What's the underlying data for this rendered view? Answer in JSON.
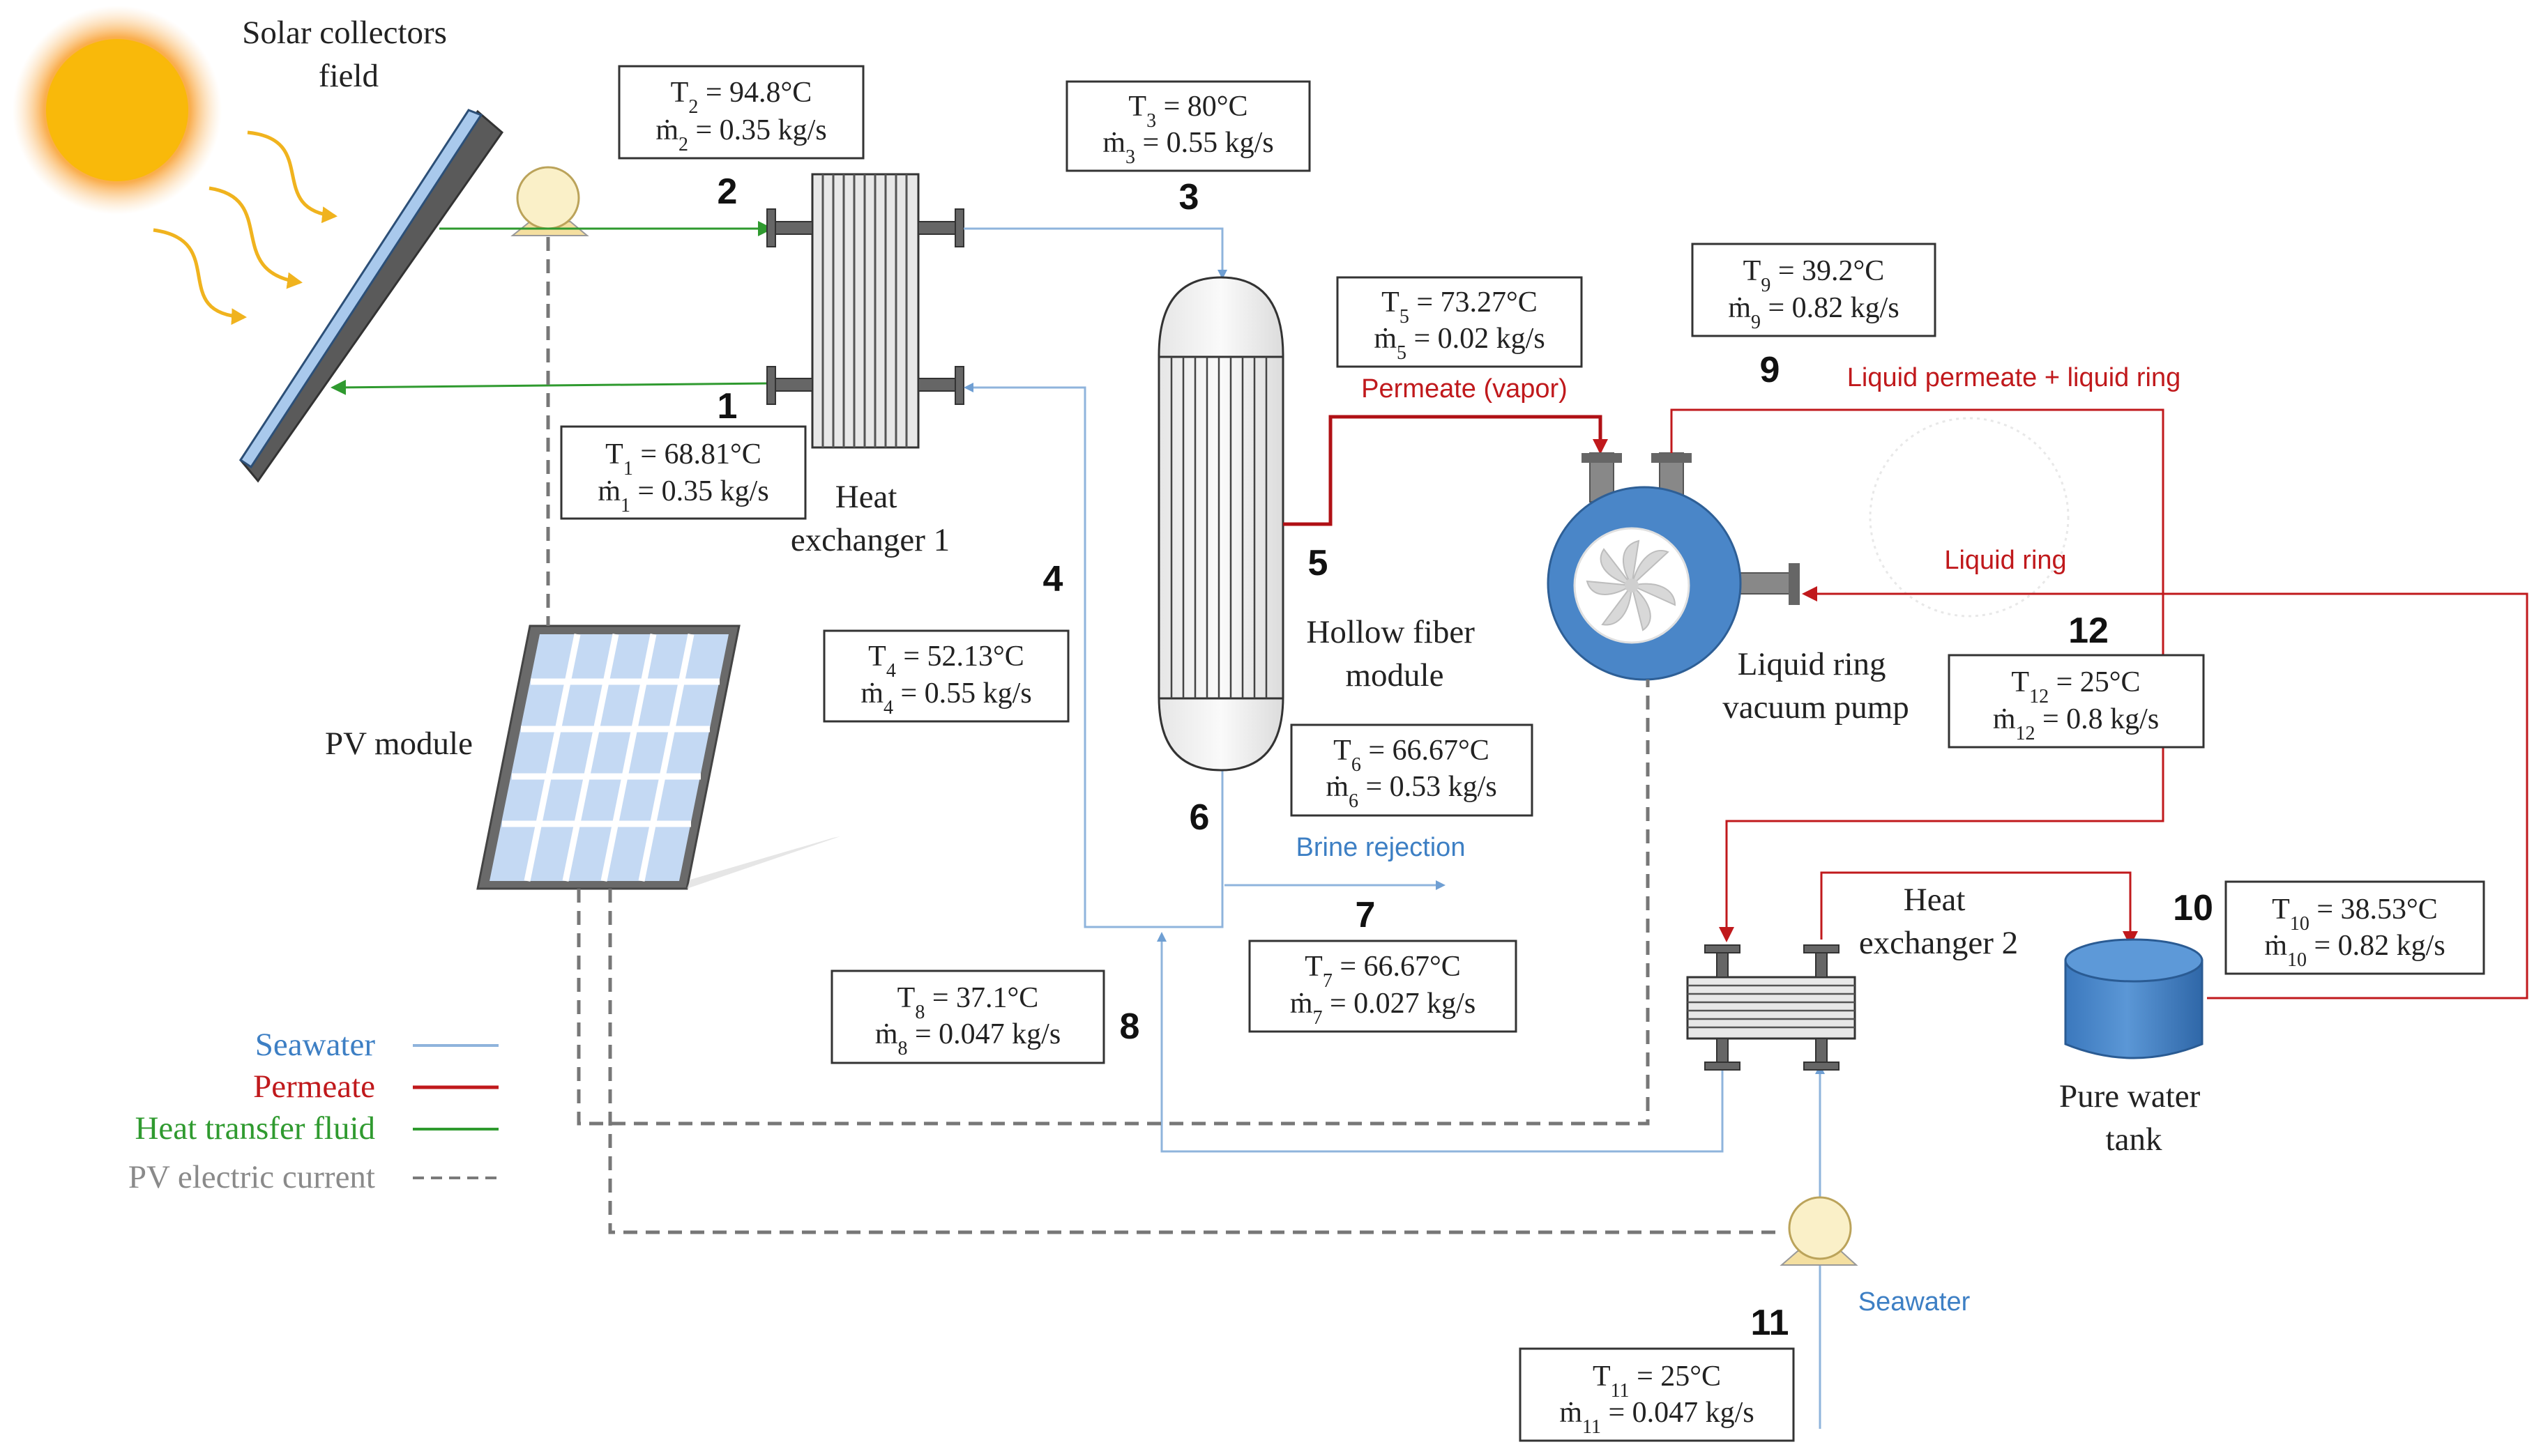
{
  "labels": {
    "solar_field": [
      "Solar collectors",
      "field"
    ],
    "heat_exchanger_1": [
      "Heat",
      "exchanger 1"
    ],
    "heat_exchanger_2": [
      "Heat",
      "exchanger 2"
    ],
    "hollow_fiber": [
      "Hollow fiber",
      "module"
    ],
    "vacuum_pump": [
      "Liquid ring",
      "vacuum pump"
    ],
    "pv_module": "PV module",
    "pure_water_tank": [
      "Pure water",
      "tank"
    ]
  },
  "flow_labels": {
    "permeate_vapor": "Permeate (vapor)",
    "liquid_permeate_ring": "Liquid permeate + liquid ring",
    "liquid_ring": "Liquid ring",
    "brine_rejection": "Brine rejection",
    "seawater_inlet": "Seawater"
  },
  "state_numbers": {
    "s1": "1",
    "s2": "2",
    "s3": "3",
    "s4": "4",
    "s5": "5",
    "s6": "6",
    "s7": "7",
    "s8": "8",
    "s9": "9",
    "s10": "10",
    "s11": "11",
    "s12": "12"
  },
  "states": {
    "s1": {
      "T_sym": "T",
      "T_sub": "1",
      "T_val": " = 68.81°C",
      "m_sym": "ṁ",
      "m_sub": "1",
      "m_val": " = 0.35 kg/s"
    },
    "s2": {
      "T_sym": "T",
      "T_sub": "2",
      "T_val": " = 94.8°C",
      "m_sym": "ṁ",
      "m_sub": "2",
      "m_val": " = 0.35 kg/s"
    },
    "s3": {
      "T_sym": "T",
      "T_sub": "3",
      "T_val": " = 80°C",
      "m_sym": "ṁ",
      "m_sub": "3",
      "m_val": " = 0.55 kg/s"
    },
    "s4": {
      "T_sym": "T",
      "T_sub": "4",
      "T_val": " = 52.13°C",
      "m_sym": "ṁ",
      "m_sub": "4",
      "m_val": " = 0.55 kg/s"
    },
    "s5": {
      "T_sym": "T",
      "T_sub": "5",
      "T_val": " = 73.27°C",
      "m_sym": "ṁ",
      "m_sub": "5",
      "m_val": " = 0.02 kg/s"
    },
    "s6": {
      "T_sym": "T",
      "T_sub": "6",
      "T_val": " = 66.67°C",
      "m_sym": "ṁ",
      "m_sub": "6",
      "m_val": " = 0.53 kg/s"
    },
    "s7": {
      "T_sym": "T",
      "T_sub": "7",
      "T_val": " = 66.67°C",
      "m_sym": "ṁ",
      "m_sub": "7",
      "m_val": " = 0.027 kg/s"
    },
    "s8": {
      "T_sym": "T",
      "T_sub": "8",
      "T_val": " = 37.1°C",
      "m_sym": "ṁ",
      "m_sub": "8",
      "m_val": " = 0.047 kg/s"
    },
    "s9": {
      "T_sym": "T",
      "T_sub": "9",
      "T_val": " = 39.2°C",
      "m_sym": "ṁ",
      "m_sub": "9",
      "m_val": " = 0.82 kg/s"
    },
    "s10": {
      "T_sym": "T",
      "T_sub": "10",
      "T_val": " = 38.53°C",
      "m_sym": "ṁ",
      "m_sub": "10",
      "m_val": " = 0.82 kg/s"
    },
    "s11": {
      "T_sym": "T",
      "T_sub": "11",
      "T_val": " = 25°C",
      "m_sym": "ṁ",
      "m_sub": "11",
      "m_val": " = 0.047 kg/s"
    },
    "s12": {
      "T_sym": "T",
      "T_sub": "12",
      "T_val": " = 25°C",
      "m_sym": "ṁ",
      "m_sub": "12",
      "m_val": " = 0.8 kg/s"
    }
  },
  "legend": {
    "seawater": "Seawater",
    "permeate": "Permeate",
    "htf": "Heat transfer  fluid",
    "pv": "PV electric current"
  },
  "colors": {
    "seawater": "#3d7fc4",
    "seawater_line": "#8fb4dc",
    "permeate": "#c0191c",
    "htf": "#2f9a2f",
    "pv": "#7a7a7a",
    "sun": "#f9b90a",
    "tank": "#4a86c8",
    "pump_body": "#4a86c8"
  },
  "icons": {
    "sun": "sun-icon",
    "sun_rays": "sun-ray-icon",
    "collector": "solar-collector-icon",
    "pump": "pump-icon",
    "pv_panel": "pv-panel-icon",
    "vacuum_pump": "vacuum-pump-icon",
    "tank": "water-tank-icon",
    "heat_exchanger": "heat-exchanger-icon",
    "membrane": "hollow-fiber-membrane-icon"
  }
}
